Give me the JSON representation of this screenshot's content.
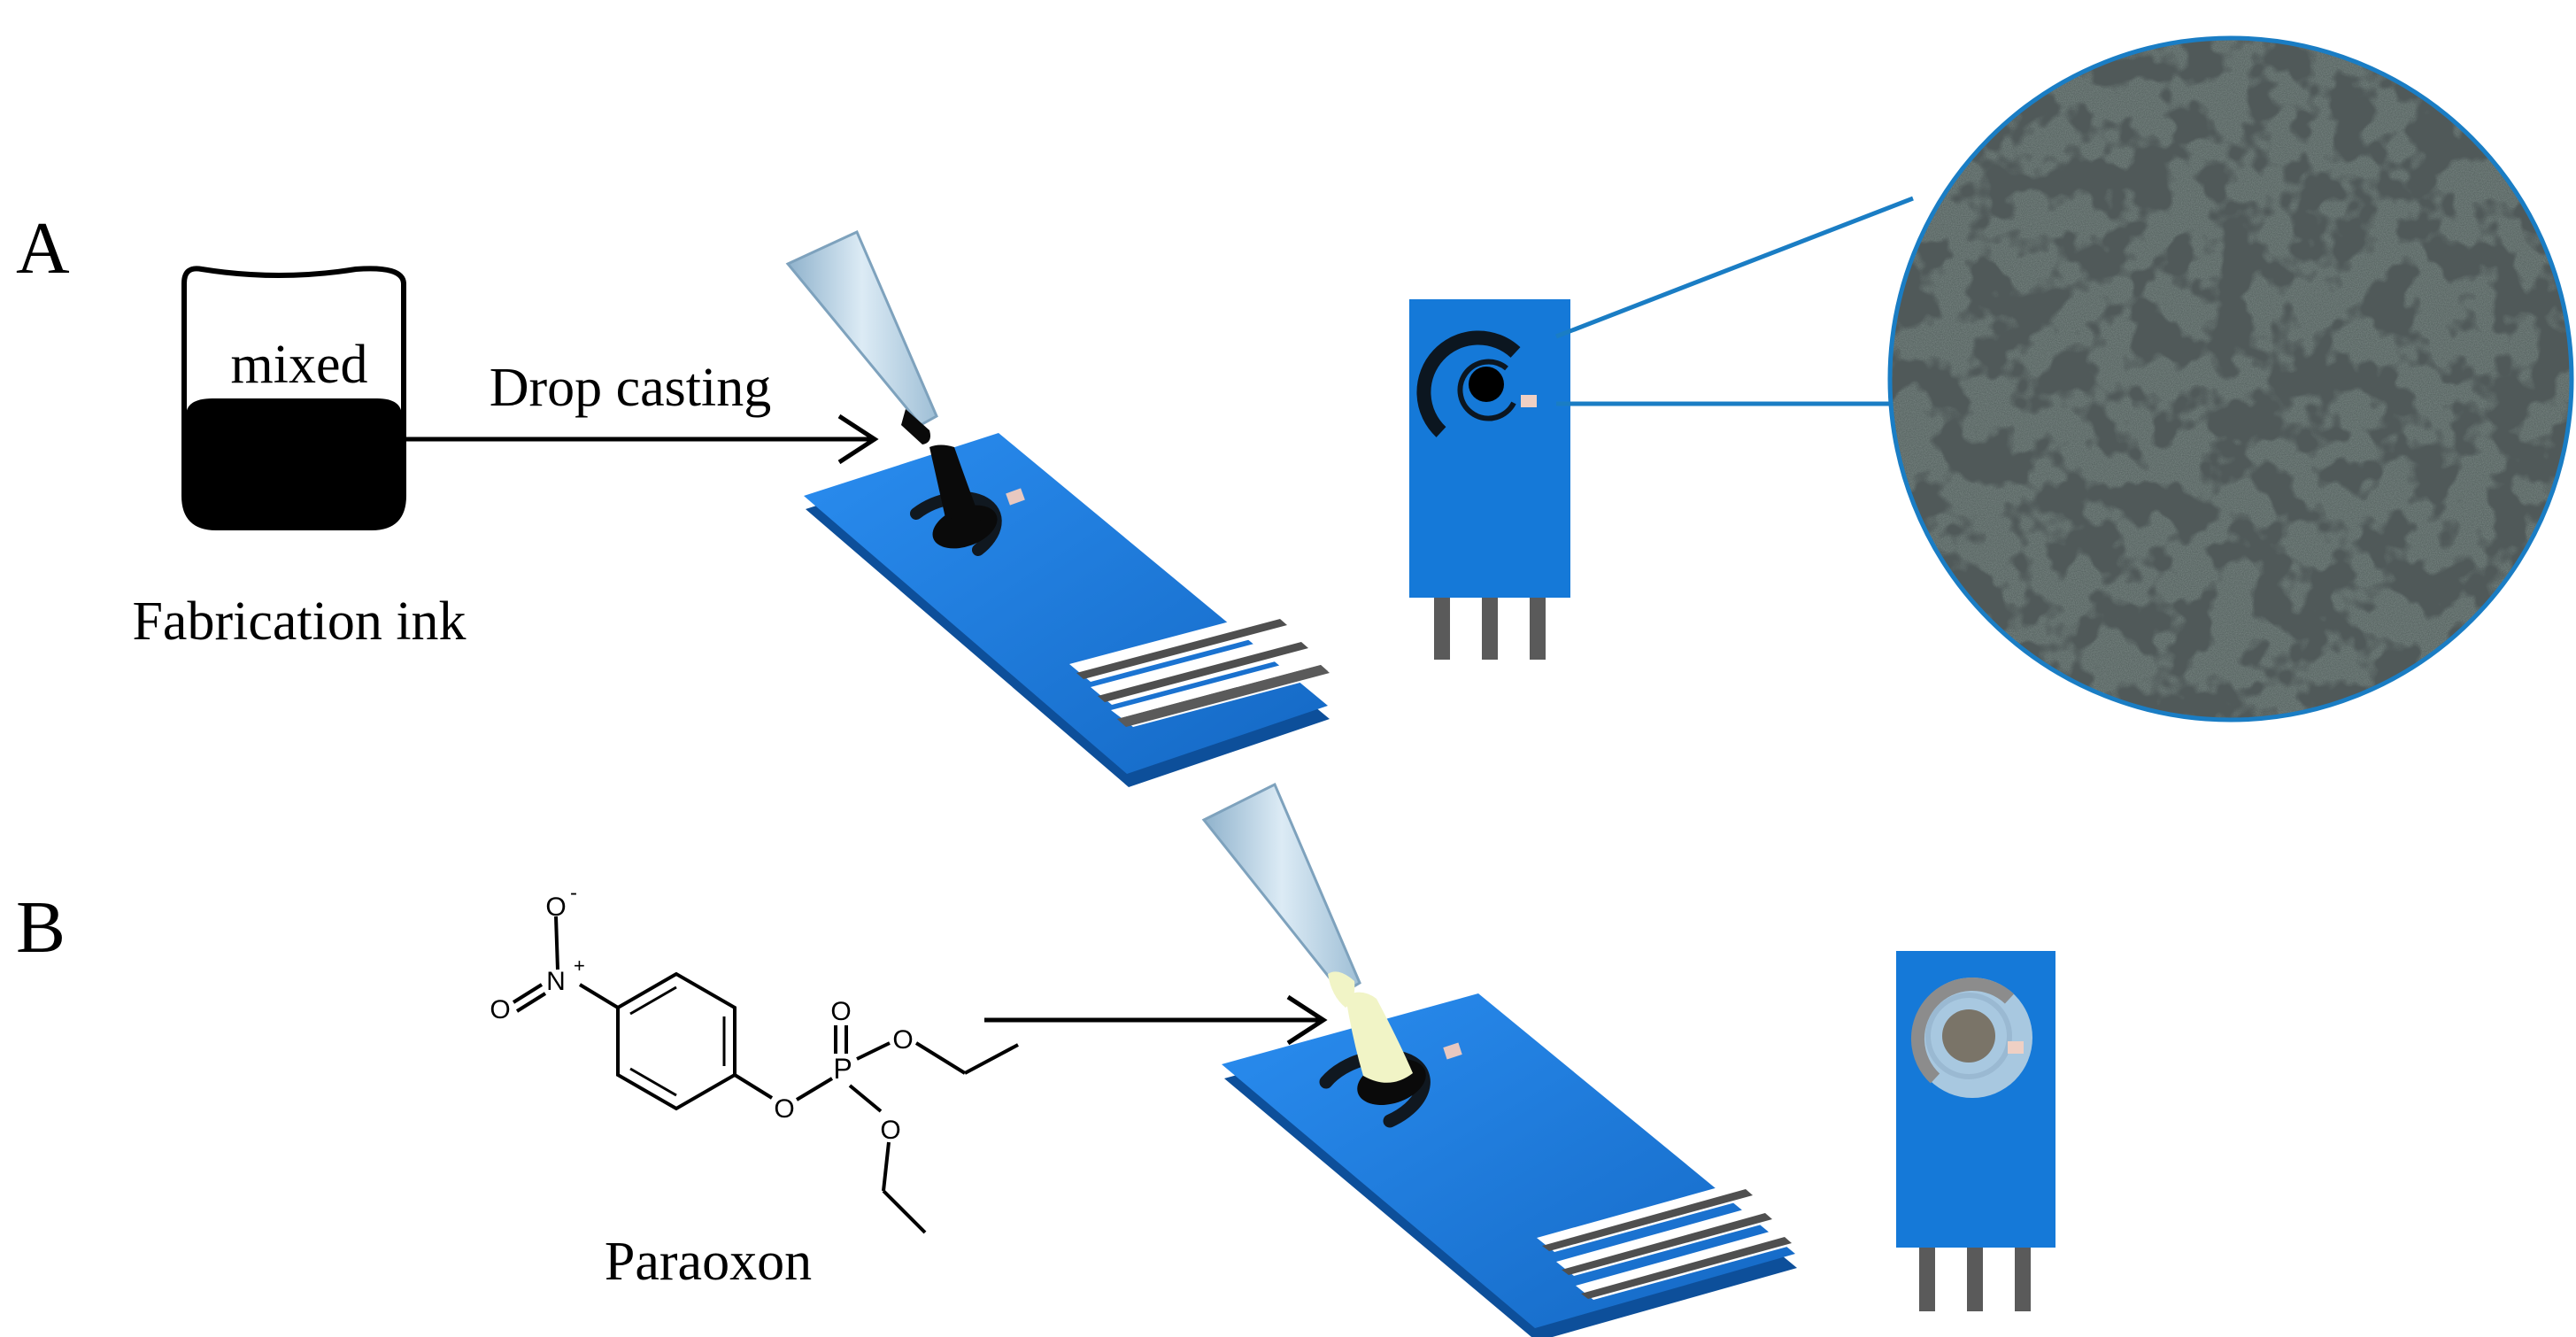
{
  "panels": [
    {
      "id": "A",
      "label": "A"
    },
    {
      "id": "B",
      "label": "B"
    }
  ],
  "panel_a": {
    "beaker_text": "mixed",
    "beaker_caption": "Fabrication ink",
    "arrow_label": "Drop casting"
  },
  "panel_b": {
    "molecule_name": "Paraoxon",
    "atoms": {
      "oxygen": "O",
      "nitrogen": "N",
      "phosphorus": "P",
      "plus": "+",
      "minus": "-"
    }
  },
  "colors": {
    "electrode_blue": "#1579d8",
    "ink_black": "#0a0a0a",
    "contact_gray": "#5a5a5a",
    "zoom_line": "#1a7dc4",
    "pipette": "#b9d3e6",
    "solution_pale": "#f1f4c6"
  }
}
